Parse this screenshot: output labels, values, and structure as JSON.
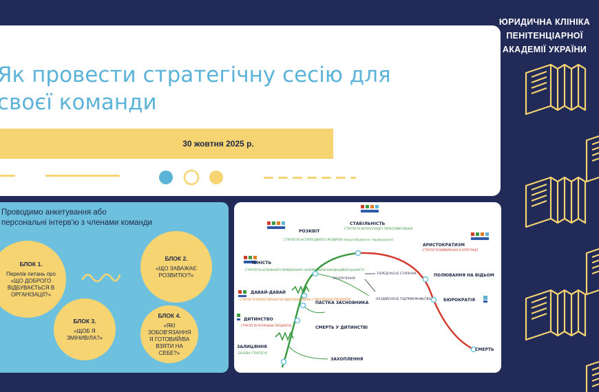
{
  "title_card": {
    "title_line1": "Як провести стратегічну сесію для",
    "title_line2": "своєї команди",
    "date": "30 жовтня 2025 р."
  },
  "brand": {
    "line1": "ЮРИДИЧНА КЛІНІКА",
    "line2": "ПЕНІТЕНЦІАРНОЇ",
    "line3": "АКАДЕМІЇ УКРАЇНИ"
  },
  "survey": {
    "heading_line1": "Проводимо анкетування або",
    "heading_line2": "персональні інтерв'ю з членами команди",
    "blocks": [
      {
        "title": "БЛОК 1.",
        "text": "Перелік питань про «ЩО ДОБРОГО ВІДБУВАЄТЬСЯ В ОРГАНІЗАЦІЇ?»"
      },
      {
        "title": "БЛОК 2.",
        "text": "«ЩО ЗАВАЖАЄ РОЗВИТКУ?»"
      },
      {
        "title": "БЛОК 3.",
        "text": "«ЩОБ Я ЗМІНИВ/ЛА?»"
      },
      {
        "title": "БЛОК 4.",
        "text": "«ЯКІ ЗОБОВ'ЯЗАННЯ Я ГОТОВИЙ/ВА ВЗЯТИ НА СЕБЕ?»"
      }
    ]
  },
  "lifecycle": {
    "stages": {
      "zalyts": "ЗАЛИЦЯННЯ",
      "zalyts_sub": "БАЗОВА СТРАТЕГІЯ",
      "dytynstvo": "ДИТИНСТВО",
      "dytynstvo_sub": "СТРАТЕГІЯ РОЗРОБКИ ПРОДУКТІВ",
      "davai": "ДАВАЙ-ДАВАЙ",
      "davai_sub": "СТРАТЕГІЯ ФОКУСУВАННЯ НА ВДОСКОНАЛЕННІ І ПРОСУВАННІ ПРОДУКТІВ",
      "yunist": "ЮНІСТЬ",
      "yunist_sub": "СТРАТЕГІЯ НАЛЕЖНОГО ВРЯДУВАННЯ І ФОРМУВАННЯ ІННОВАЦІЙНОЇ ЦІННОСТІ",
      "rozkvit": "РОЗКВІТ",
      "rozkvit_sub": "СТРАТЕГІЯ ІНСТИТУЦІЙНОГО РОЗВИТКУ (масштабування і тиражування)",
      "stabilnist": "СТАБІЛЬНІСТЬ",
      "stabilnist_sub": "СТРАТЕГІЯ АКТУАЛІЗАЦІЇ І ПЕРЕОСМИСЛЕННЯ",
      "aristokratyzm": "АРИСТОКРАТИЗМ",
      "aristokratyzm_sub": "СТРАТЕГІЯ ВИЙВЛЕННЯ В ІНТЕГРАЦІЇ",
      "polyuvannya": "ПОЛЮВАННЯ НА ВІДЬОМ",
      "byurokratiya": "БЮРОКРАТІЯ",
      "smert": "СМЕРТЬ",
      "pastka": "ПАСТКА ЗАСНОВНИКА",
      "smert_dyt": "СМЕРТЬ У ДИТИНСТВІ",
      "zakhoplennya": "ЗАХОПЛЕННЯ",
      "rozluchennya": "РОЗЛУЧЕННЯ",
      "peredchasne": "ПЕРЕДЧАСНЕ СТАРІННЯ",
      "nezdiysnene": "НЕЗДІЙСНЕНЕ ПІДПРИЄМНИЦТВО"
    }
  },
  "colors": {
    "background": "#222b58",
    "accent_yellow": "#f6d472",
    "accent_blue": "#5bb3d8",
    "panel_blue": "#6ec0df",
    "growth_green": "#3c9a43",
    "decline_red": "#d23a2c"
  }
}
